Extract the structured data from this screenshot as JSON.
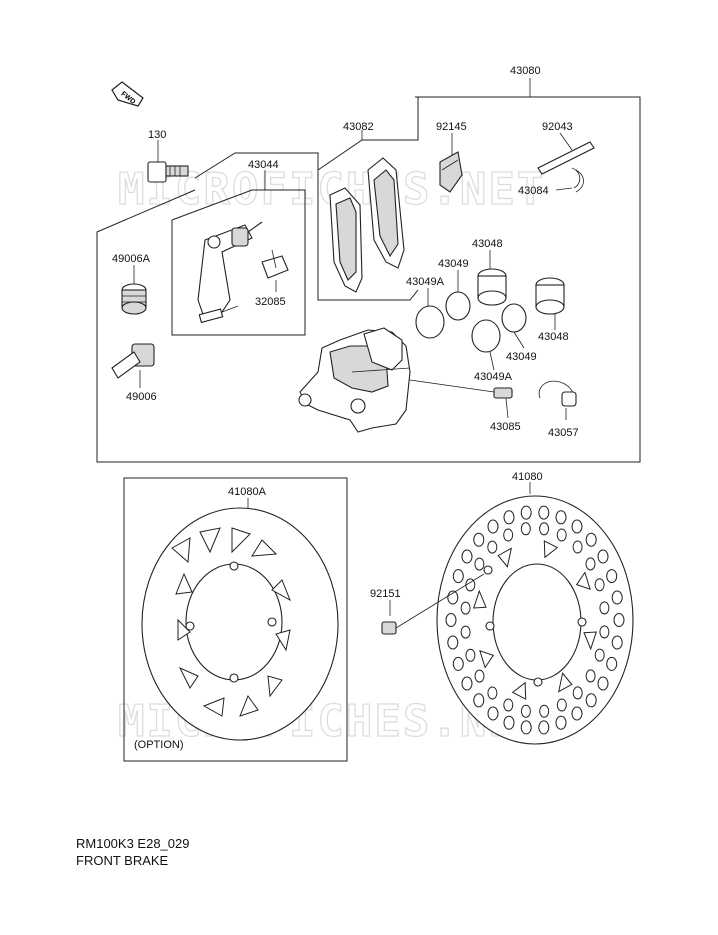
{
  "watermark": "MICROFICHES.NET",
  "fwd_label": "FWD",
  "labels": {
    "p43080": "43080",
    "p130": "130",
    "p43082": "43082",
    "p92145": "92145",
    "p92043": "92043",
    "p43044": "43044",
    "p43084": "43084",
    "p49006A": "49006A",
    "p43048_top": "43048",
    "p43049_top": "43049",
    "p43049A_top": "43049A",
    "p32085": "32085",
    "p43048_right": "43048",
    "p43049_right": "43049",
    "p49006": "49006",
    "p43049A_bottom": "43049A",
    "p43085": "43085",
    "p43057": "43057",
    "p41080A": "41080A",
    "p41080": "41080",
    "p92151": "92151",
    "option": "(OPTION)"
  },
  "footer": {
    "code": "RM100K3 E28_029",
    "title": "FRONT BRAKE"
  }
}
